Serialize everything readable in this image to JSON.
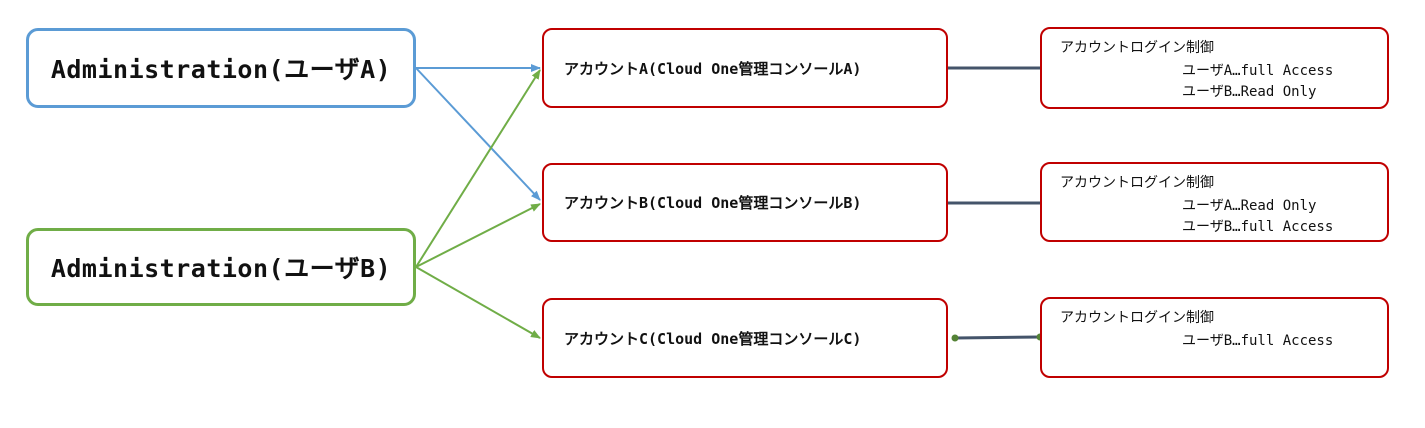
{
  "admins": [
    {
      "label": "Administration(ユーザA)",
      "color": "#5b9bd5"
    },
    {
      "label": "Administration(ユーザB)",
      "color": "#70ad47"
    }
  ],
  "accounts": [
    {
      "label": "アカウントA(Cloud One管理コンソールA)"
    },
    {
      "label": "アカウントB(Cloud One管理コンソールB)"
    },
    {
      "label": "アカウントC(Cloud One管理コンソールC)"
    }
  ],
  "controls": [
    {
      "title": "アカウントログイン制御",
      "lines": [
        "ユーザA…full Access",
        "ユーザB…Read Only"
      ]
    },
    {
      "title": "アカウントログイン制御",
      "lines": [
        "ユーザA…Read Only",
        "ユーザB…full Access"
      ]
    },
    {
      "title": "アカウントログイン制御",
      "lines": [
        "ユーザB…full Access"
      ]
    }
  ],
  "colors": {
    "user_a": "#5b9bd5",
    "user_b": "#70ad47",
    "box_border": "#c00000",
    "connector": "#44546a",
    "connector_dot": "#548235"
  }
}
